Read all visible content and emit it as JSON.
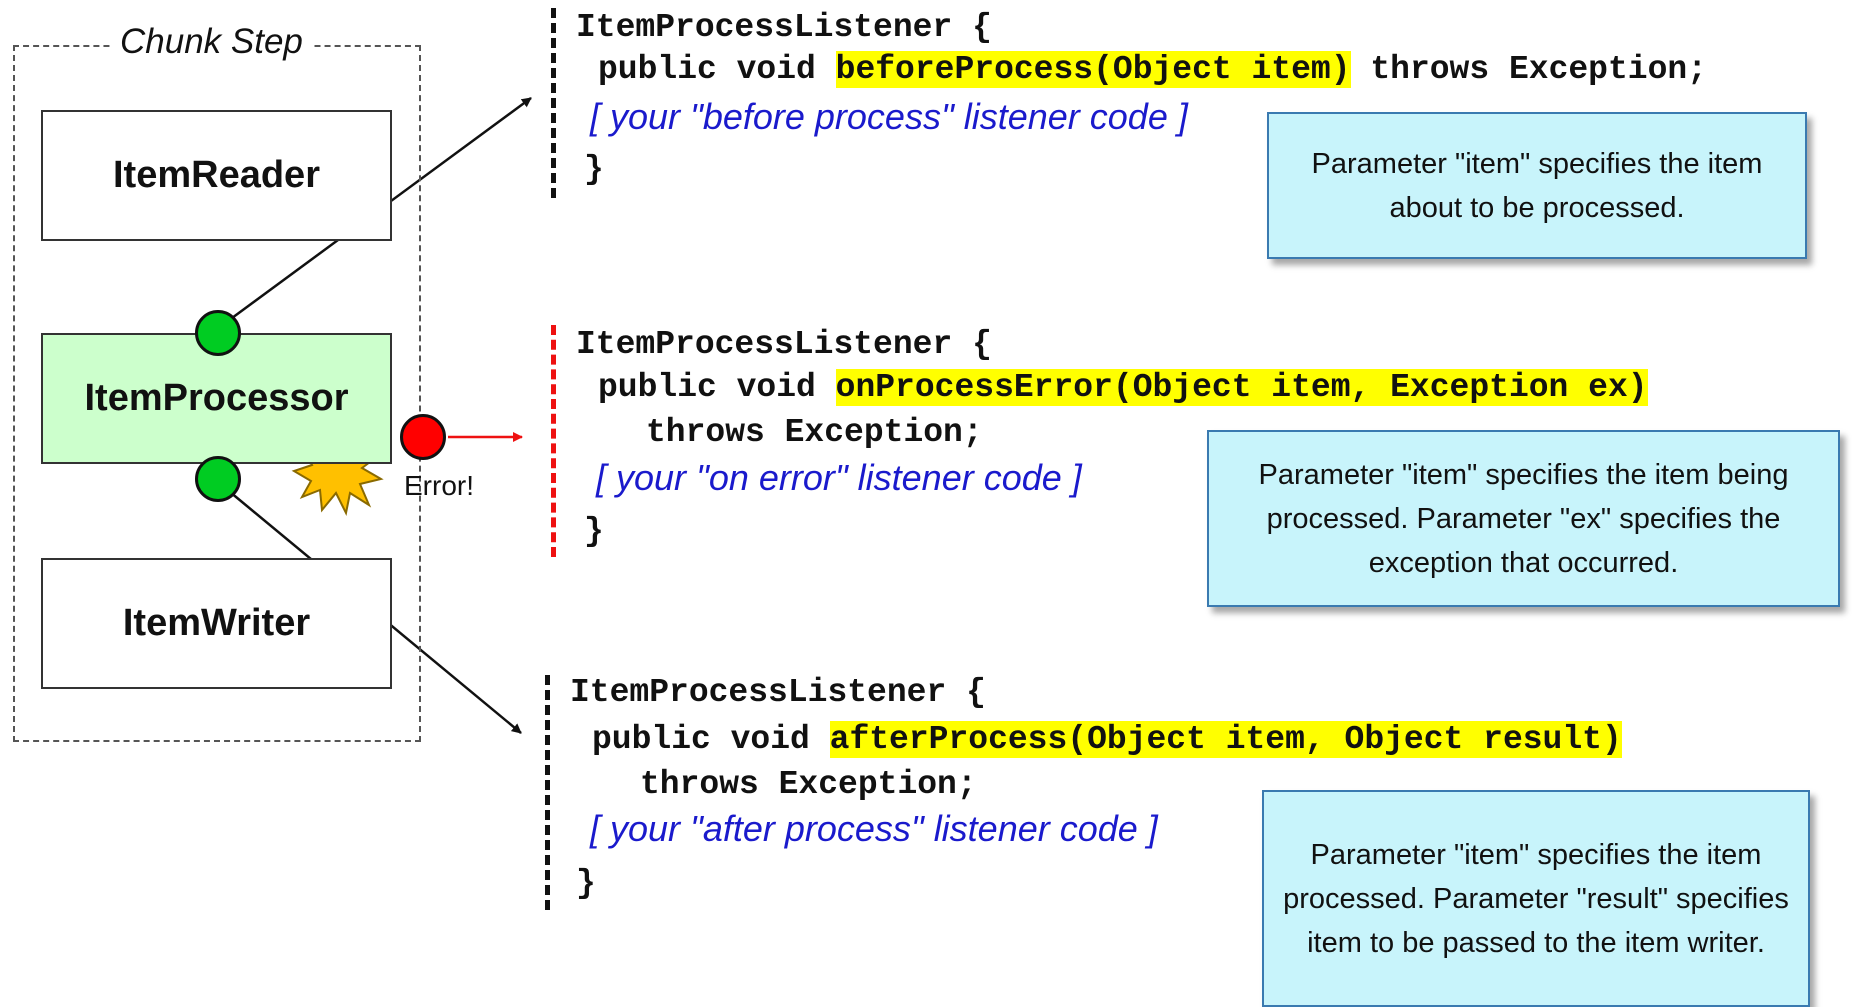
{
  "chunk_step": {
    "title": "Chunk Step",
    "reader_label": "ItemReader",
    "processor_label": "ItemProcessor",
    "writer_label": "ItemWriter",
    "error_label": "Error!"
  },
  "before": {
    "header": "ItemProcessListener {",
    "sig_prefix": "public void ",
    "sig_highlight": "beforeProcess(Object item)",
    "sig_suffix": " throws Exception;",
    "comment": "[ your \"before process\" listener code ]",
    "close": "}",
    "note": "Parameter \"item\" specifies the item about to be processed."
  },
  "error": {
    "header": "ItemProcessListener {",
    "sig_prefix": "public void ",
    "sig_highlight": "onProcessError(Object item, Exception ex)",
    "throws": "throws Exception;",
    "comment": "[ your \"on error\" listener code ]",
    "close": "}",
    "note": "Parameter \"item\" specifies the item being processed.  Parameter \"ex\" specifies the exception that occurred."
  },
  "after": {
    "header": "ItemProcessListener {",
    "sig_prefix": "public void ",
    "sig_highlight": "afterProcess(Object item, Object result)",
    "throws": "throws Exception;",
    "comment": "[ your \"after process\" listener code ]",
    "close": "}",
    "note": "Parameter \"item\" specifies the item processed.  Parameter \"result\" specifies item to be passed to the item writer."
  },
  "colors": {
    "highlight": "#ffff00",
    "processor_fill": "#ccffcc",
    "note_fill": "#c8f4fb",
    "comment_text": "#1a1acc",
    "error_red": "#ff0000",
    "ok_green": "#00cc22"
  }
}
